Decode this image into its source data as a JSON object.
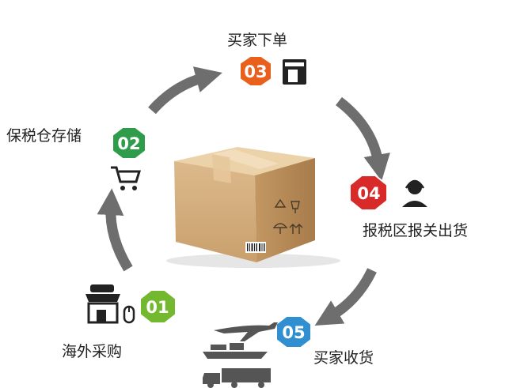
{
  "steps": [
    {
      "number": "01",
      "label": "海外采购",
      "color": "#73b82e"
    },
    {
      "number": "02",
      "label": "保税仓存储",
      "color": "#2e9c4a"
    },
    {
      "number": "03",
      "label": "买家下单",
      "color": "#e8601c"
    },
    {
      "number": "04",
      "label": "报税区报关出货",
      "color": "#d92a2a"
    },
    {
      "number": "05",
      "label": "买家收货",
      "color": "#2f8fd0"
    }
  ],
  "icons": {
    "step01": [
      "shop-icon",
      "mouse-icon"
    ],
    "step02": [
      "shopping-cart-icon"
    ],
    "step03": [
      "card-payment-icon"
    ],
    "step04": [
      "customer-service-headset-icon"
    ],
    "step05": [
      "airplane-icon",
      "cargo-ship-icon",
      "truck-icon"
    ],
    "center": "cardboard-box-icon",
    "box_marks": [
      "recycle-icon",
      "fragile-glass-icon",
      "keep-dry-umbrella-icon",
      "this-side-up-icon",
      "barcode-icon"
    ]
  },
  "colors": {
    "arrow": "#6e6e6e",
    "box_front": "#d7b283",
    "box_top": "#ecd2a8",
    "box_side": "#b88c5a"
  }
}
